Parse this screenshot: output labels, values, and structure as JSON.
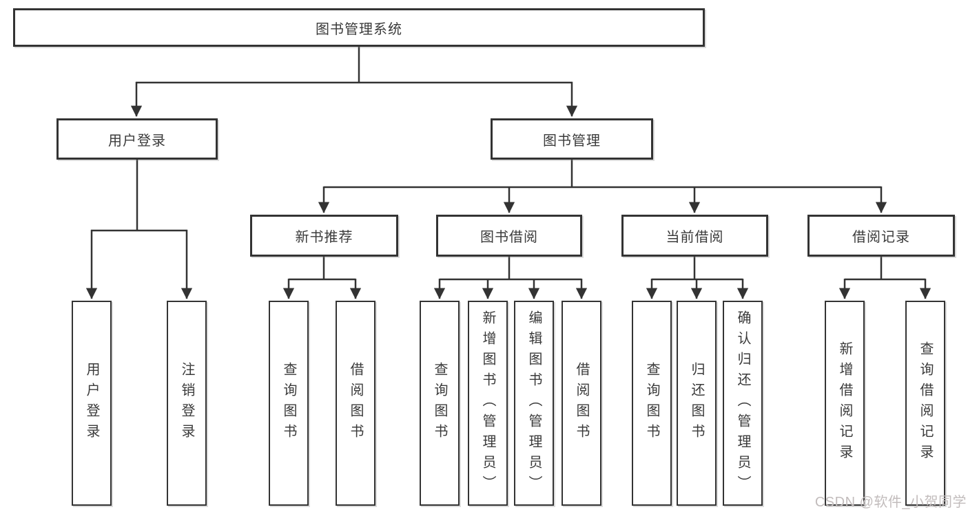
{
  "colors": {
    "line": "#333333",
    "node_text": "#3a3a3a",
    "node_fill": "#ffffff",
    "page_bg": "#ffffff",
    "watermark_text": "#c2bcbc"
  },
  "diagram": {
    "root": {
      "label": "图书管理系统"
    },
    "branches": [
      {
        "label": "用户登录",
        "children": [
          {
            "label": "用户登录"
          },
          {
            "label": "注销登录"
          }
        ]
      },
      {
        "label": "图书管理",
        "sections": [
          {
            "label": "新书推荐",
            "children": [
              {
                "label": "查询图书"
              },
              {
                "label": "借阅图书"
              }
            ]
          },
          {
            "label": "图书借阅",
            "children": [
              {
                "label": "查询图书"
              },
              {
                "label": "新增图书（管理员）"
              },
              {
                "label": "编辑图书（管理员）"
              },
              {
                "label": "借阅图书"
              }
            ]
          },
          {
            "label": "当前借阅",
            "children": [
              {
                "label": "查询图书"
              },
              {
                "label": "归还图书"
              },
              {
                "label": "确认归还（管理员）"
              }
            ]
          },
          {
            "label": "借阅记录",
            "children": [
              {
                "label": "新增借阅记录"
              },
              {
                "label": "查询借阅记录"
              }
            ]
          }
        ]
      }
    ]
  },
  "watermark": {
    "text": "CSDN @软件_小贺同学"
  }
}
